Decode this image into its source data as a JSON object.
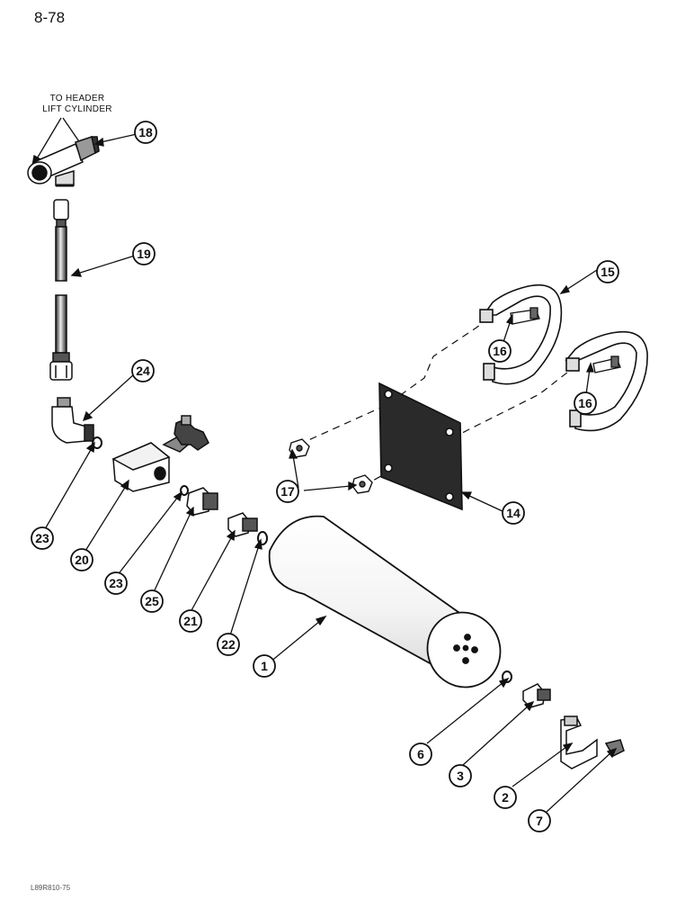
{
  "page_number": "8-78",
  "header_note": [
    "TO HEADER",
    "LIFT CYLINDER"
  ],
  "footer_code": "L89R810-75",
  "callouts": [
    "18",
    "19",
    "24",
    "23",
    "20",
    "23",
    "25",
    "21",
    "22",
    "15",
    "16",
    "16",
    "17",
    "14",
    "1",
    "6",
    "3",
    "2",
    "7"
  ]
}
